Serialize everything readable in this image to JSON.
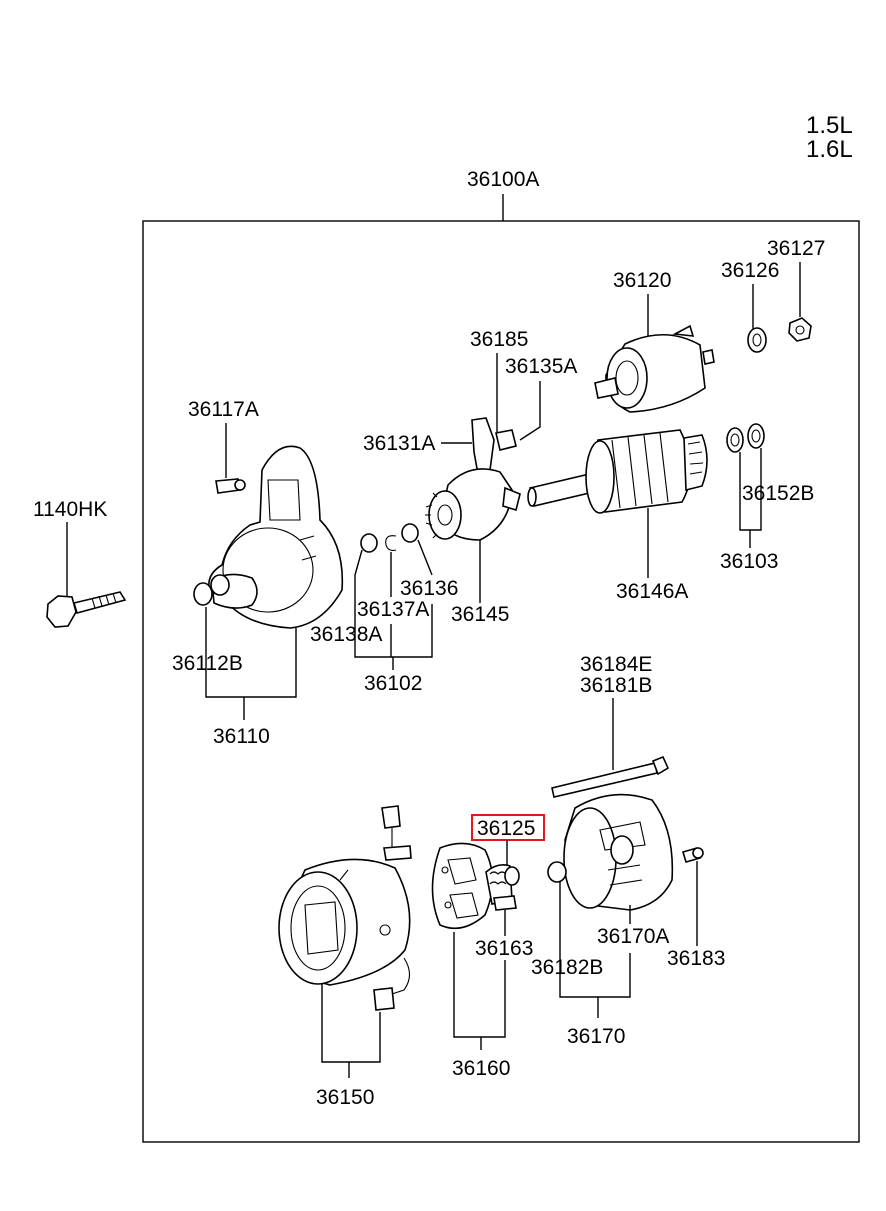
{
  "engine": [
    "1.5L",
    "1.6L"
  ],
  "assembly_label": "36100A",
  "highlighted_part": "36125",
  "parts": {
    "p36120": "36120",
    "p36126": "36126",
    "p36127": "36127",
    "p36185": "36185",
    "p36135A": "36135A",
    "p36131A": "36131A",
    "p36117A": "36117A",
    "p36152B": "36152B",
    "p36103": "36103",
    "p36146A": "36146A",
    "p36136": "36136",
    "p36145": "36145",
    "p36137A": "36137A",
    "p36138A": "36138A",
    "p36112B": "36112B",
    "p36102": "36102",
    "p36110": "36110",
    "p1140HK": "1140HK",
    "p36184E": "36184E",
    "p36181B": "36181B",
    "p36125": "36125",
    "p36163": "36163",
    "p36170A": "36170A",
    "p36182B": "36182B",
    "p36183": "36183",
    "p36170": "36170",
    "p36160": "36160",
    "p36150": "36150"
  },
  "colors": {
    "highlight": "#e8141b",
    "line": "#000000",
    "background": "#ffffff"
  }
}
